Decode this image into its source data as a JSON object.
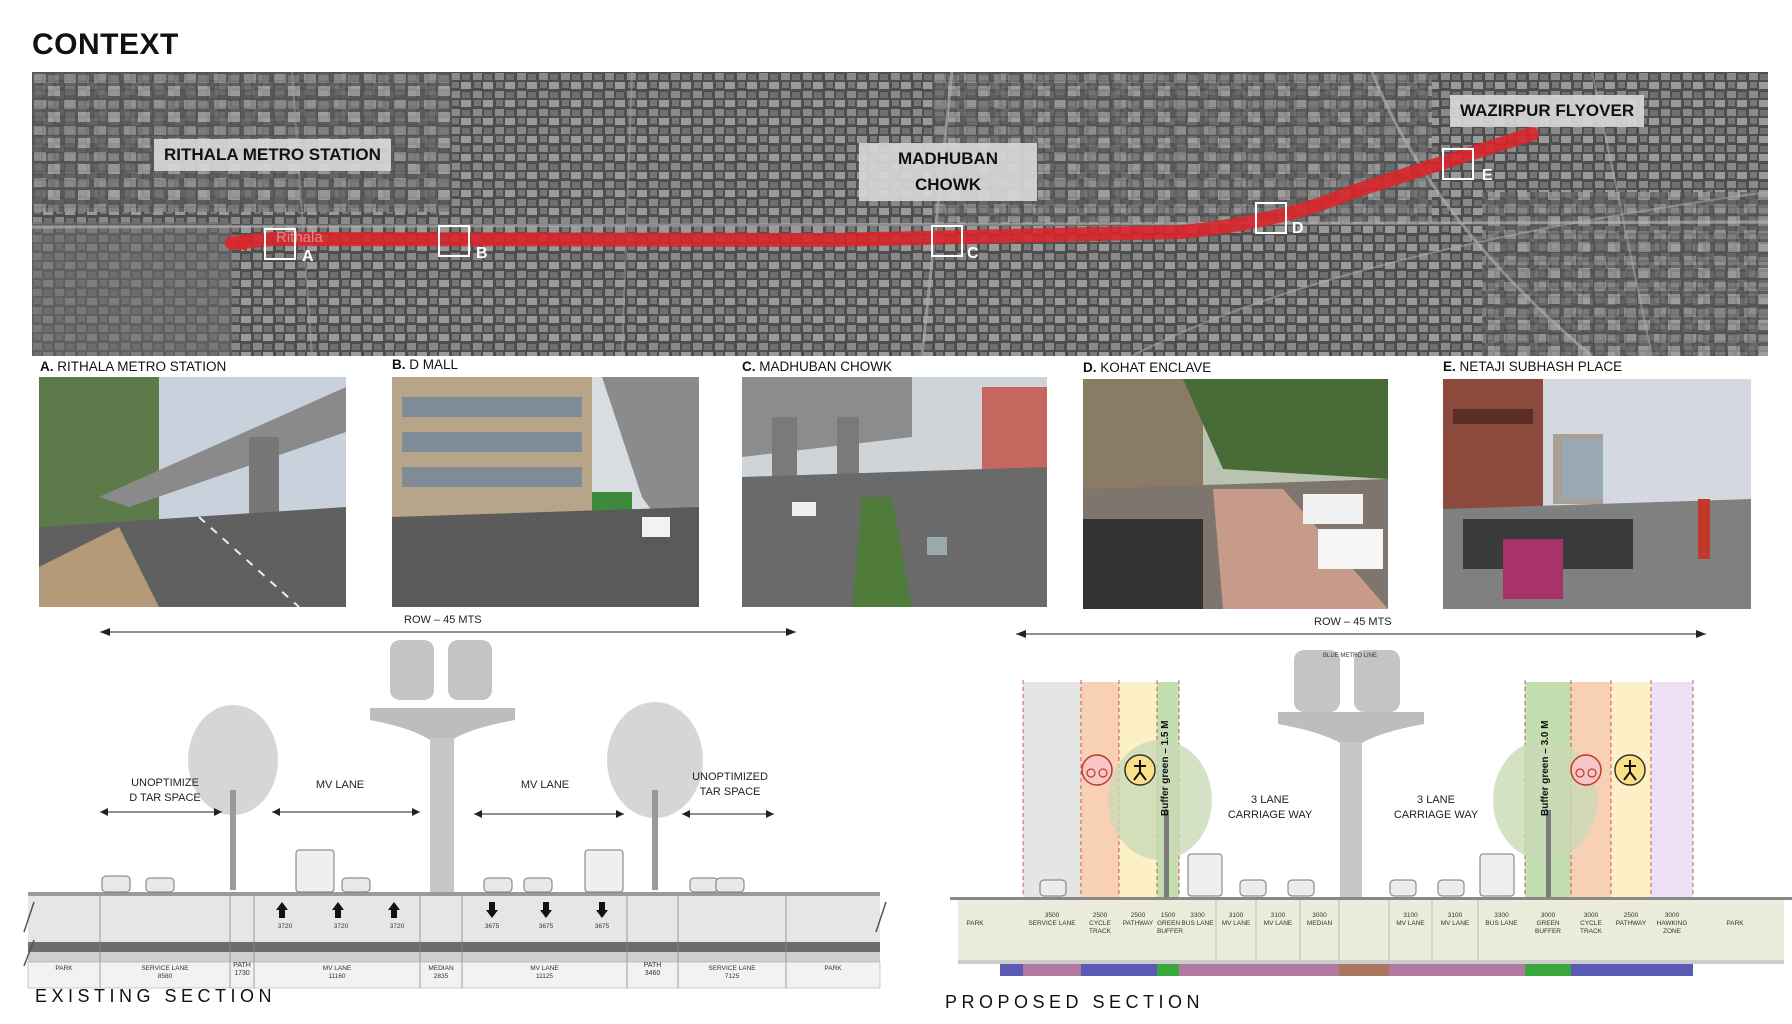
{
  "title": "CONTEXT",
  "map": {
    "labels": {
      "rithala": "RITHALA METRO STATION",
      "madhuban": "MADHUBAN\nCHOWK",
      "wazirpur": "WAZIRPUR FLYOVER",
      "faded": "Rithala"
    },
    "markers": [
      "A",
      "B",
      "C",
      "D",
      "E"
    ],
    "route_color": "#d9262b"
  },
  "photos": [
    {
      "letter": "A.",
      "name": "RITHALA METRO STATION"
    },
    {
      "letter": "B.",
      "name": "D MALL"
    },
    {
      "letter": "C.",
      "name": "MADHUBAN  CHOWK"
    },
    {
      "letter": "D.",
      "name": "KOHAT ENCLAVE"
    },
    {
      "letter": "E.",
      "name": "NETAJI SUBHASH PLACE"
    }
  ],
  "existing": {
    "row": "ROW – 45 MTS",
    "labels": {
      "unopt_left": "UNOPTIMIZE\nD TAR SPACE",
      "mv_left": "MV LANE",
      "mv_right": "MV LANE",
      "unopt_right": "UNOPTIMIZED\nTAR SPACE"
    },
    "lane_widths_left": [
      "3720",
      "3720",
      "3720"
    ],
    "lane_widths_right": [
      "3675",
      "3675",
      "3675"
    ],
    "bottom_cells": [
      {
        "name": "PARK",
        "value": ""
      },
      {
        "name": "SERVICE LANE",
        "value": "8580"
      },
      {
        "name": "PATH",
        "value": "1730"
      },
      {
        "name": "MV LANE",
        "value": "11160"
      },
      {
        "name": "MEDIAN",
        "value": "2835"
      },
      {
        "name": "MV LANE",
        "value": "11125"
      },
      {
        "name": "PATH",
        "value": "3460"
      },
      {
        "name": "SERVICE LANE",
        "value": "7125"
      },
      {
        "name": "PARK",
        "value": ""
      }
    ],
    "title": "EXISTING  SECTION"
  },
  "proposed": {
    "row": "ROW – 45 MTS",
    "metro_line": "BLUE METRO LINE",
    "labels": {
      "carriage_left": "3 LANE\nCARRIAGE WAY",
      "carriage_right": "3 LANE\nCARRIAGE WAY",
      "buffer_left": "Buffer green – 1.5 M",
      "buffer_right": "Buffer green – 3.0 M",
      "park_left": "PARK",
      "park_right": "PARK"
    },
    "cells": [
      {
        "value": "3500",
        "name": "SERVICE LANE"
      },
      {
        "value": "2500",
        "name": "CYCLE TRACK"
      },
      {
        "value": "2500",
        "name": "PATHWAY"
      },
      {
        "value": "1500",
        "name": "GREEN BUFFER"
      },
      {
        "value": "3300",
        "name": "BUS LANE"
      },
      {
        "value": "3100",
        "name": "MV LANE"
      },
      {
        "value": "3100",
        "name": "MV LANE"
      },
      {
        "value": "3000",
        "name": "MEDIAN"
      },
      {
        "value": "3100",
        "name": "MV LANE"
      },
      {
        "value": "3100",
        "name": "MV LANE"
      },
      {
        "value": "3300",
        "name": "BUS LANE"
      },
      {
        "value": "3000",
        "name": "GREEN BUFFER"
      },
      {
        "value": "3000",
        "name": "CYCLE TRACK"
      },
      {
        "value": "2500",
        "name": "PATHWAY"
      },
      {
        "value": "3000",
        "name": "HAWKING ZONE"
      }
    ],
    "zone_colors": {
      "service": "#cfcfcf",
      "cycle": "#f4b183",
      "path": "#fbe5a0",
      "green": "#a9d18e",
      "hawking": "#e4d3ef"
    },
    "title": "PROPOSED  SECTION"
  }
}
